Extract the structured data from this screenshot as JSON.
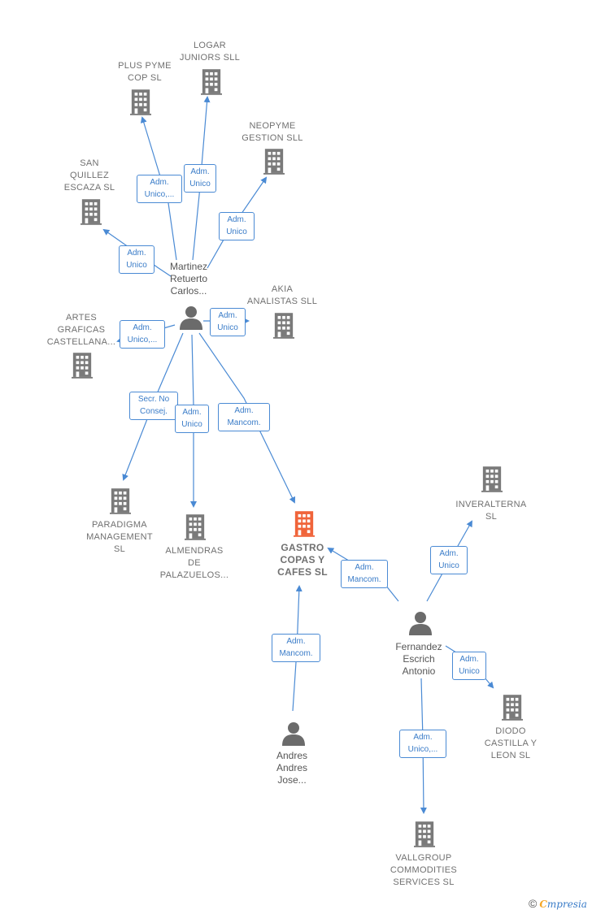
{
  "colors": {
    "edge": "#4a8ad4",
    "building": "#7a7a7a",
    "focus": "#f0643a",
    "person": "#6b6b6b"
  },
  "nodes": [
    {
      "id": "plus_pyme",
      "type": "company",
      "lines": [
        "PLUS PYME",
        "COP  SL"
      ]
    },
    {
      "id": "logar",
      "type": "company",
      "lines": [
        "LOGAR",
        "JUNIORS  SLL"
      ]
    },
    {
      "id": "neopyme",
      "type": "company",
      "lines": [
        "NEOPYME",
        "GESTION SLL"
      ]
    },
    {
      "id": "san_quillez",
      "type": "company",
      "lines": [
        "SAN",
        "QUILLEZ",
        "ESCAZA  SL"
      ]
    },
    {
      "id": "martinez",
      "type": "person",
      "lines": [
        "Martinez",
        "Retuerto",
        "Carlos..."
      ]
    },
    {
      "id": "akia",
      "type": "company",
      "lines": [
        "AKIA",
        "ANALISTAS SLL"
      ]
    },
    {
      "id": "artes",
      "type": "company",
      "lines": [
        "ARTES",
        "GRAFICAS",
        "CASTELLANA..."
      ]
    },
    {
      "id": "paradigma",
      "type": "company",
      "lines": [
        "PARADIGMA",
        "MANAGEMENT",
        "SL"
      ]
    },
    {
      "id": "almendras",
      "type": "company",
      "lines": [
        "ALMENDRAS",
        "DE",
        "PALAZUELOS..."
      ]
    },
    {
      "id": "gastro",
      "type": "focus",
      "lines": [
        "GASTRO",
        "COPAS Y",
        "CAFES  SL"
      ]
    },
    {
      "id": "inveralterna",
      "type": "company",
      "lines": [
        "INVERALTERNA",
        "SL"
      ]
    },
    {
      "id": "fernandez",
      "type": "person",
      "lines": [
        "Fernandez",
        "Escrich",
        "Antonio"
      ]
    },
    {
      "id": "diodo",
      "type": "company",
      "lines": [
        "DIODO",
        "CASTILLA Y",
        "LEON  SL"
      ]
    },
    {
      "id": "andres",
      "type": "person",
      "lines": [
        "Andres",
        "Andres",
        "Jose..."
      ]
    },
    {
      "id": "vallgroup",
      "type": "company",
      "lines": [
        "VALLGROUP",
        "COMMODITIES",
        "SERVICES SL"
      ]
    }
  ],
  "edges": [
    {
      "id": "e_plus",
      "lines": [
        "Adm.",
        "Unico,..."
      ]
    },
    {
      "id": "e_logar",
      "lines": [
        "Adm.",
        "Unico"
      ]
    },
    {
      "id": "e_neopyme",
      "lines": [
        "Adm.",
        "Unico"
      ]
    },
    {
      "id": "e_san",
      "lines": [
        "Adm.",
        "Unico"
      ]
    },
    {
      "id": "e_akia",
      "lines": [
        "Adm.",
        "Unico"
      ]
    },
    {
      "id": "e_artes",
      "lines": [
        "Adm.",
        "Unico,..."
      ]
    },
    {
      "id": "e_paradigma",
      "lines": [
        "Secr.  No",
        "Consej."
      ]
    },
    {
      "id": "e_almendras",
      "lines": [
        "Adm.",
        "Unico"
      ]
    },
    {
      "id": "e_gastro_m",
      "lines": [
        "Adm.",
        "Mancom."
      ]
    },
    {
      "id": "e_gastro_f",
      "lines": [
        "Adm.",
        "Mancom."
      ]
    },
    {
      "id": "e_inver",
      "lines": [
        "Adm.",
        "Unico"
      ]
    },
    {
      "id": "e_diodo",
      "lines": [
        "Adm.",
        "Unico"
      ]
    },
    {
      "id": "e_gastro_a",
      "lines": [
        "Adm.",
        "Mancom."
      ]
    },
    {
      "id": "e_vall",
      "lines": [
        "Adm.",
        "Unico,..."
      ]
    }
  ],
  "brand": {
    "copyright": "©",
    "first_letter": "C",
    "rest": "mpresia"
  }
}
